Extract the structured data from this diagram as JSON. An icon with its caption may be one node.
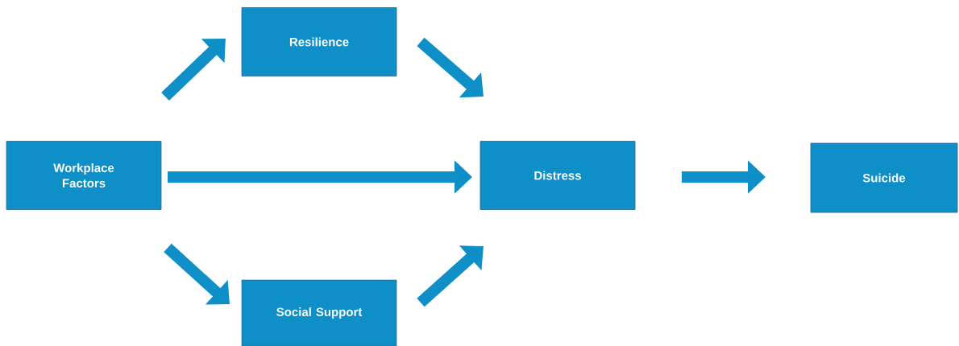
{
  "diagram": {
    "nodes": [
      {
        "text": [
          "Workplace Factors"
        ]
      },
      {
        "text": [
          "Resilience"
        ]
      },
      {
        "text": [
          "Social Support"
        ]
      },
      {
        "text": [
          "Distress"
        ]
      },
      {
        "text": [
          "Suicide"
        ]
      }
    ],
    "edges": [
      {
        "from": 0,
        "to": 1,
        "arrow": "to"
      },
      {
        "from": 1,
        "to": 3,
        "arrow": "to"
      },
      {
        "from": 0,
        "to": 3,
        "arrow": "to"
      },
      {
        "from": 0,
        "to": 2,
        "arrow": "to"
      },
      {
        "from": 2,
        "to": 3,
        "arrow": "to"
      },
      {
        "from": 3,
        "to": 4,
        "arrow": "to"
      }
    ]
  }
}
